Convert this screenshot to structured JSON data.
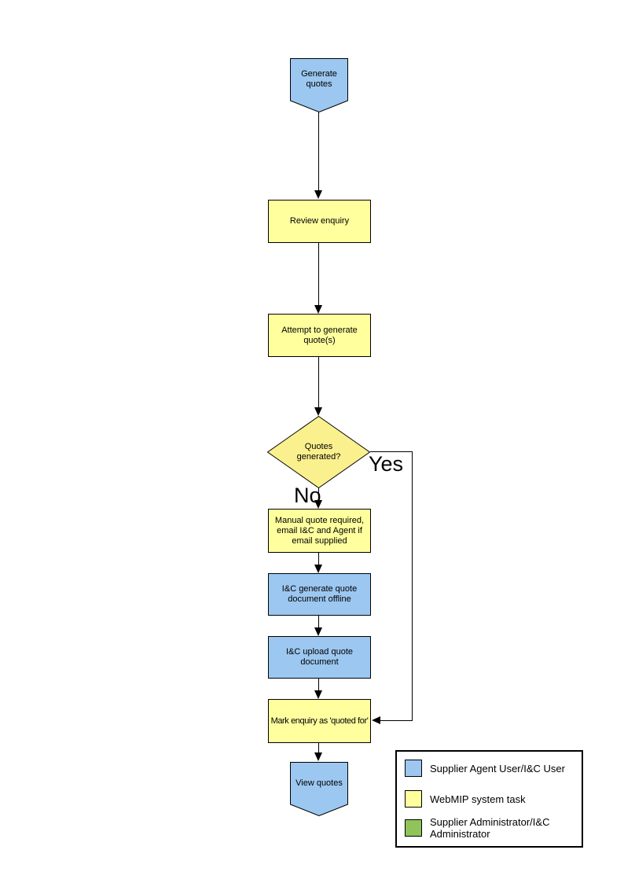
{
  "diagram": {
    "nodes": {
      "start": {
        "label": "Generate quotes",
        "fill": "#9CC7F0"
      },
      "review": {
        "label": "Review enquiry",
        "fill": "#FFFF9E"
      },
      "attempt": {
        "label": "Attempt to generate quote(s)",
        "fill": "#FFFF9E"
      },
      "decision": {
        "label": "Quotes generated?",
        "fill": "#FAF08E"
      },
      "manual": {
        "label": "Manual quote required, email I&C and Agent if email supplied",
        "fill": "#FFFF9E"
      },
      "offline": {
        "label": "I&C generate quote document offline",
        "fill": "#9CC7F0"
      },
      "upload": {
        "label": "I&C upload quote document",
        "fill": "#9CC7F0"
      },
      "mark": {
        "label": "Mark enquiry as 'quoted for'",
        "fill": "#FFFF9E"
      },
      "end": {
        "label": "View quotes",
        "fill": "#9CC7F0"
      }
    },
    "branch_labels": {
      "yes": "Yes",
      "no": "No"
    },
    "legend": {
      "items": [
        {
          "label": "Supplier Agent User/I&C User",
          "swatch": "#9CC7F0"
        },
        {
          "label": "WebMIP system task",
          "swatch": "#FFFF9E"
        },
        {
          "label": "Supplier Administrator/I&C Administrator",
          "swatch": "#90C45A"
        }
      ]
    },
    "colors": {
      "line": "#000000",
      "border": "#000000",
      "background": "#FFFFFF"
    }
  }
}
